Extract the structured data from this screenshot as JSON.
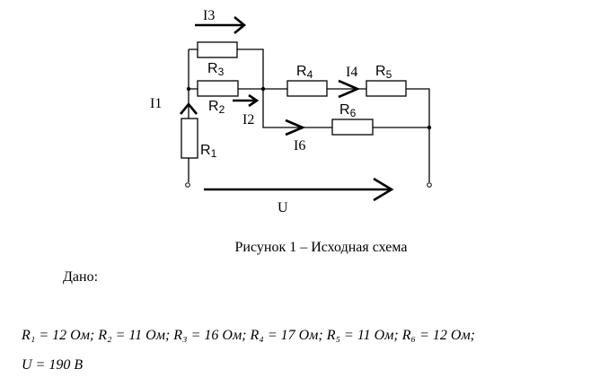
{
  "figure": {
    "resistors": [
      "R3",
      "R2",
      "R4",
      "R5",
      "R6",
      "R1"
    ],
    "labels": {
      "I3": "I3",
      "I1": "I1",
      "I2": "I2",
      "I4": "I4",
      "I6": "I6",
      "U": "U",
      "R1": "R",
      "R1_sub": "1",
      "R2": "R",
      "R2_sub": "2",
      "R3": "R",
      "R3_sub": "3",
      "R4": "R",
      "R4_sub": "4",
      "R5": "R",
      "R5_sub": "5",
      "R6": "R",
      "R6_sub": "6"
    },
    "caption": "Рисунок 1 – Исходная схема"
  },
  "given": {
    "title": "Дано:",
    "line1": "R₁ = 12 Ом; R₂ = 11 Ом; R₃ = 16 Ом; R₄ = 17 Ом; R₅ = 11 Ом; R₆ = 12 Ом;",
    "line2": "U = 190 B"
  }
}
